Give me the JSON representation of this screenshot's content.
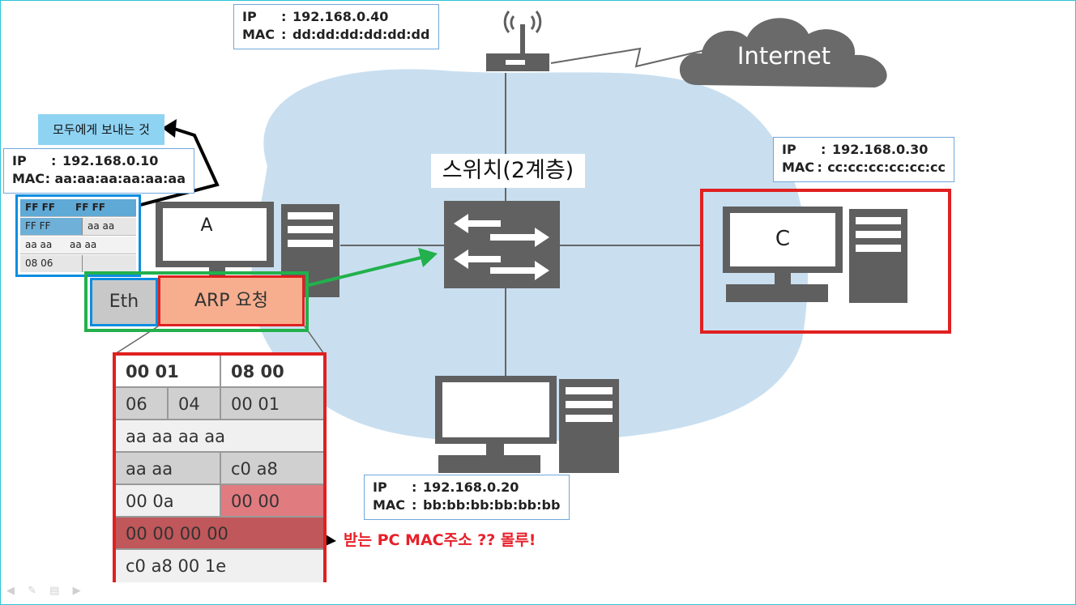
{
  "colors": {
    "network_bubble": "#c9dff0",
    "device_gray": "#606060",
    "highlight_red": "#e02020",
    "highlight_blue": "#0b8de0",
    "highlight_green": "#22b14c",
    "callout_blue": "#8fd3f3",
    "arp_fill": "#f6ae8e",
    "note_red": "#e8202a"
  },
  "router_info": {
    "ip_key": "IP",
    "ip": "192.168.0.40",
    "mac_key": "MAC",
    "mac": "dd:dd:dd:dd:dd:dd",
    "sep": ":"
  },
  "host_a_info": {
    "ip_key": "IP",
    "ip": "192.168.0.10",
    "mac_key": "MAC",
    "mac": "aa:aa:aa:aa:aa:aa",
    "sep": ":"
  },
  "host_b_info": {
    "ip_key": "IP",
    "ip": "192.168.0.20",
    "mac_key": "MAC",
    "mac": "bb:bb:bb:bb:bb:bb",
    "sep": ":"
  },
  "host_c_info": {
    "ip_key": "IP",
    "ip": "192.168.0.30",
    "mac_key": "MAC",
    "mac": "cc:cc:cc:cc:cc:cc",
    "sep": ":"
  },
  "cloud_label": "Internet",
  "switch_title": "스위치(2계층)",
  "pc_a_label": "A",
  "pc_c_label": "C",
  "callout": "모두에게 보내는 것",
  "eth_header": {
    "rows": [
      [
        "FF  FF",
        "FF FF"
      ],
      [
        "FF  FF",
        "aa  aa"
      ],
      [
        "aa  aa",
        "aa  aa"
      ],
      [
        "08  06",
        ""
      ]
    ]
  },
  "eth_label": "Eth",
  "arp_label": "ARP 요청",
  "arp_packet": {
    "row1": [
      "00  01",
      "08  00"
    ],
    "row2": [
      "06",
      "04",
      "00  01"
    ],
    "row3": [
      "aa  aa  aa  aa"
    ],
    "row4": [
      "aa  aa",
      "c0  a8"
    ],
    "row5": [
      "00  0a",
      "00  00"
    ],
    "row6": [
      "00  00  00  00"
    ],
    "row7": [
      "c0  a8  00  1e"
    ]
  },
  "target_mac_note": "받는 PC MAC주소 ?? 몰루!",
  "icons": [
    "wifi-router-icon",
    "internet-cloud-icon",
    "switch-icon",
    "desktop-pc-icon"
  ]
}
